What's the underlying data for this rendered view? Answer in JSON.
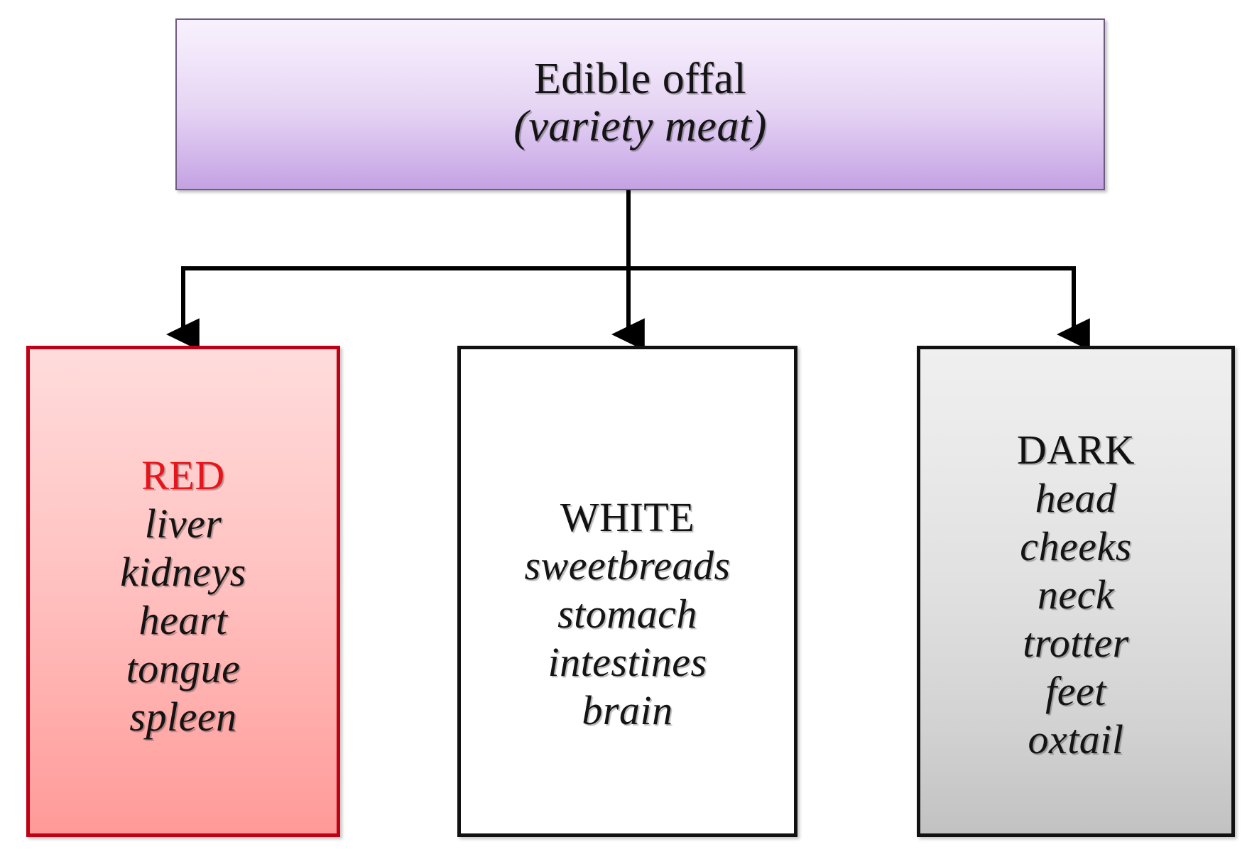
{
  "diagram": {
    "type": "hierarchy-flowchart",
    "root": {
      "line1": "Edible offal",
      "line2": "(variety meat)",
      "fill_top": "#f8f1fd",
      "fill_bottom": "#c4a2e2",
      "border_color": "#6f5a82"
    },
    "categories": [
      {
        "title": "RED",
        "title_color": "#e8141b",
        "border_color": "#c00014",
        "fill_top": "#ffdcdc",
        "fill_bottom": "#ff9a98",
        "items": [
          "liver",
          "kidneys",
          "heart",
          "tongue",
          "spleen"
        ]
      },
      {
        "title": "WHITE",
        "title_color": "#111111",
        "border_color": "#111111",
        "fill_top": "#ffffff",
        "fill_bottom": "#ffffff",
        "items": [
          "sweetbreads",
          "stomach",
          "intestines",
          "brain"
        ]
      },
      {
        "title": "DARK",
        "title_color": "#111111",
        "border_color": "#111111",
        "fill_top": "#efefef",
        "fill_bottom": "#c2c2c2",
        "items": [
          "head",
          "cheeks",
          "neck",
          "trotter",
          "feet",
          "oxtail"
        ]
      }
    ],
    "connector_color": "#000000"
  }
}
